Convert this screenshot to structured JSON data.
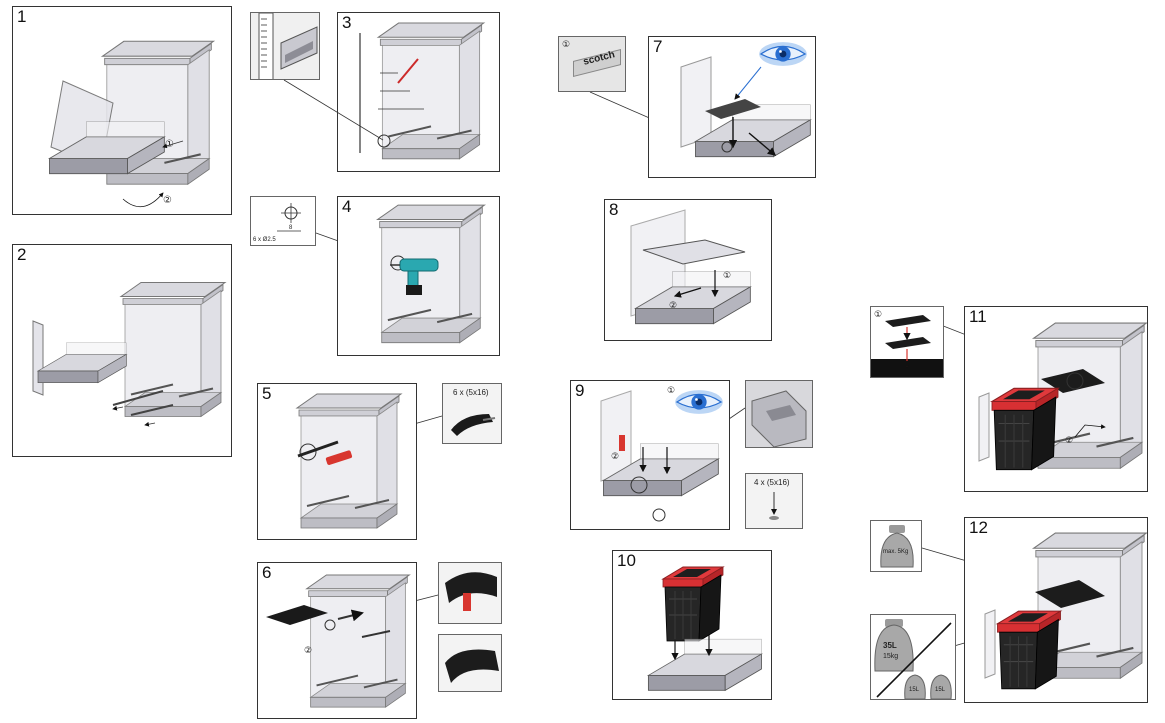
{
  "steps": [
    {
      "number": "1"
    },
    {
      "number": "2"
    },
    {
      "number": "3"
    },
    {
      "number": "4"
    },
    {
      "number": "5"
    },
    {
      "number": "6"
    },
    {
      "number": "7"
    },
    {
      "number": "8"
    },
    {
      "number": "9"
    },
    {
      "number": "10"
    },
    {
      "number": "11"
    },
    {
      "number": "12"
    }
  ],
  "labels": {
    "circled_1": "①",
    "circled_2": "②",
    "screws_a": "6 x (5x16)",
    "screws_b": "4 x (5x16)",
    "drill_spec": "6 x Ø2.5",
    "drill_depth": "8",
    "scotch": "scotch",
    "weight_small": "max. 5Kg",
    "weight_big_a": "35L",
    "weight_big_b": "15kg",
    "weight_mini_a": "15L",
    "weight_mini_b": "15L"
  },
  "colors": {
    "cabinet_fill": "#e6e6ea",
    "cabinet_stroke": "#777777",
    "bin_red": "#e0393c",
    "bin_dark": "#1e1e1e",
    "drill_teal": "#2aa8b0",
    "eye_blue": "#2a6fd1"
  },
  "icons": [
    "eye-icon",
    "drill-icon",
    "screw-icon",
    "weight-icon",
    "arrow-icon"
  ]
}
